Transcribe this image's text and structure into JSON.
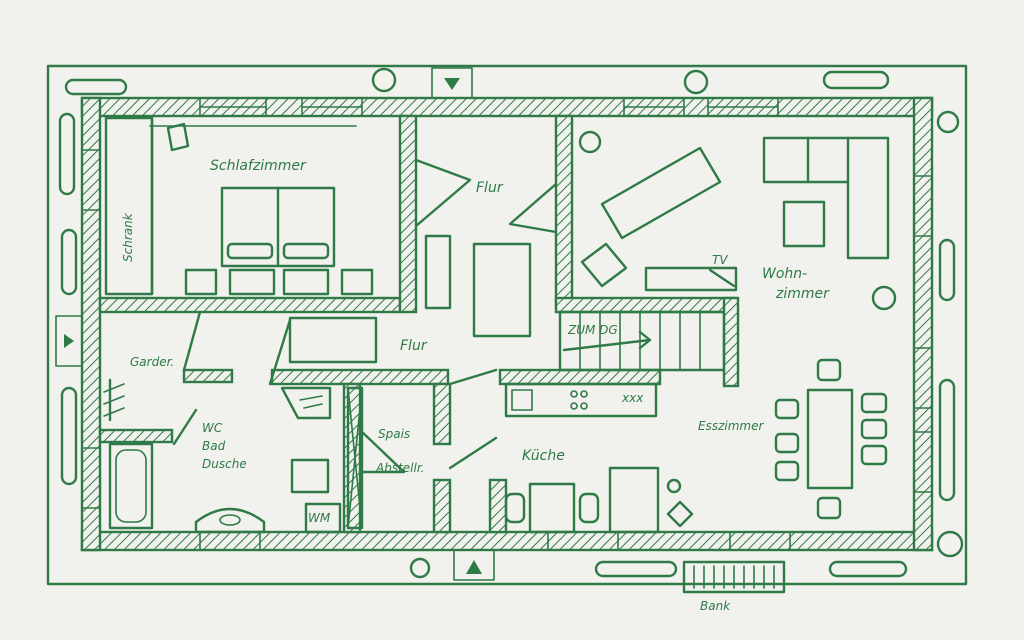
{
  "colors": {
    "ink": "#2f7a47",
    "paper": "#f1f1ee"
  },
  "labels": {
    "schlafzimmer": "Schlafzimmer",
    "schrank": "Schrank",
    "flur_top": "Flur",
    "flur_mid": "Flur",
    "wohnzimmer_1": "Wohn-",
    "wohnzimmer_2": "zimmer",
    "tv": "TV",
    "zum_dg": "ZUM DG",
    "garderobe": "Garder.",
    "wc_1": "WC",
    "wc_2": "Bad",
    "wc_3": "Dusche",
    "spais": "Spais",
    "abstellr": "Abstellr.",
    "kueche": "Küche",
    "esszimmer": "Esszimmer",
    "wm": "WM",
    "bank": "Bank"
  }
}
